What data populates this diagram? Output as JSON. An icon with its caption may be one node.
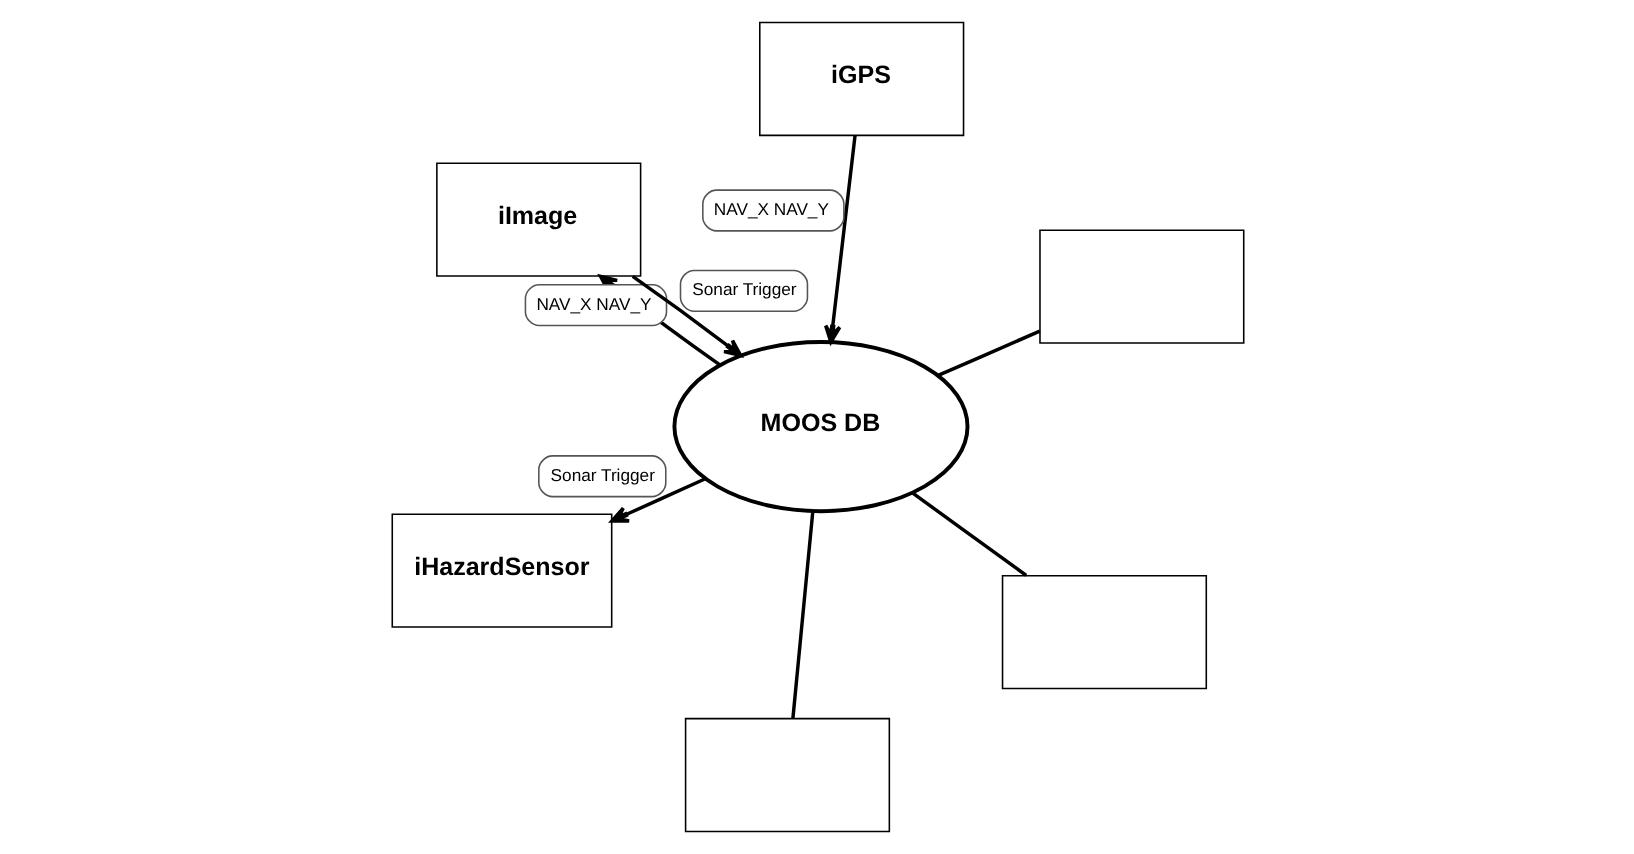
{
  "diagram": {
    "nodes": [
      {
        "text": [
          "iGPS"
        ]
      },
      {
        "text": [],
        "shape": "box"
      },
      {
        "text": [],
        "shape": "box"
      },
      {
        "text": [
          "MOOS DB"
        ]
      },
      {
        "text": [
          "iImage"
        ]
      },
      {
        "text": [
          "iHazardSensor"
        ]
      },
      {
        "text": [],
        "shape": "box"
      }
    ],
    "edges": [
      {
        "from": 0,
        "to": 3,
        "arrow": "to",
        "label": "NAV_X NAV_Y"
      },
      {
        "from": 1,
        "to": 3,
        "arrow": "none"
      },
      {
        "from": 2,
        "to": 3,
        "arrow": "none"
      },
      {
        "from": 4,
        "to": 3,
        "arrow": "to",
        "label": "Sonar Trigger"
      },
      {
        "from": 3,
        "to": 4,
        "arrow": "to",
        "label": "NAV_X NAV_Y"
      },
      {
        "from": 3,
        "to": 5,
        "arrow": "to",
        "label": "Sonar Trigger"
      },
      {
        "from": 3,
        "to": 6,
        "arrow": "none"
      }
    ]
  }
}
